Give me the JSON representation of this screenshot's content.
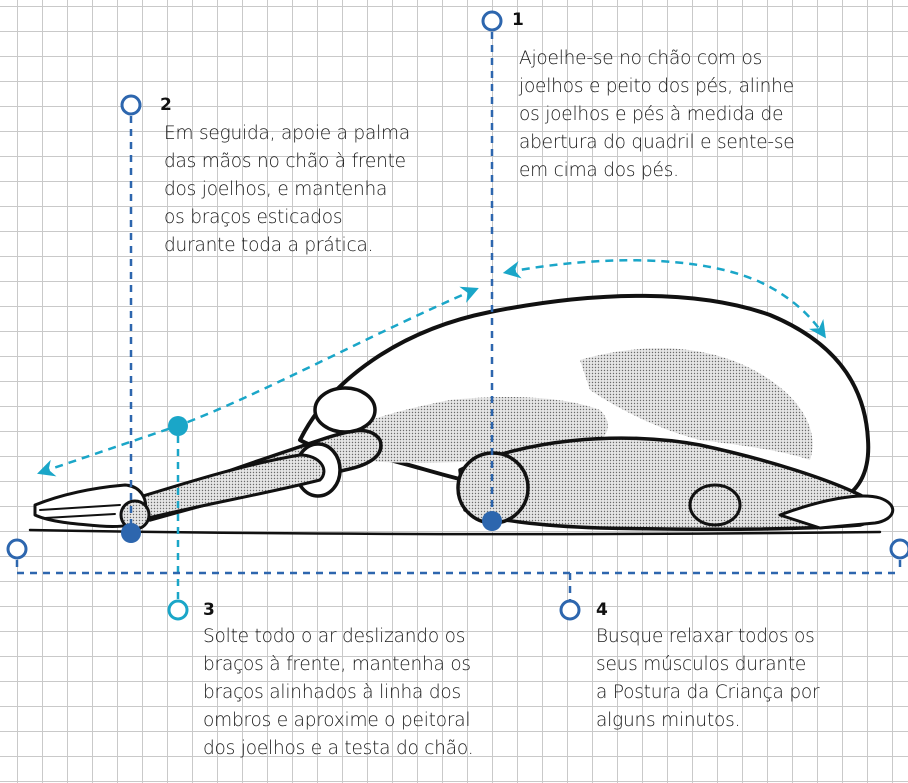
{
  "steps": [
    {
      "num": "1",
      "text": "Ajoelhe-se no chão com os\njoelhos e peito dos pés, alinhe\nos joelhos e pés à medida de\nabertura do quadril e sente-se\nem cima dos pés."
    },
    {
      "num": "2",
      "text": "Em seguida, apoie a palma\ndas mãos no chão à frente\ndos joelhos, e mantenha\nos braços esticados\ndurante toda a prática."
    },
    {
      "num": "3",
      "text": "Solte todo o ar deslizando os\nbraços à frente, mantenha os\nbraços alinhados à linha dos\nombros e aproxime o peitoral\ndos joelhos e a testa do chão."
    },
    {
      "num": "4",
      "text": "Busque relaxar todos os\nseus músculos durante\na Postura da Criança por\nalguns minutos."
    }
  ],
  "colors": {
    "dark_blue": "#2d66ae",
    "cyan": "#1aa6c8",
    "outline": "#111111",
    "shade": "#bdbdbd",
    "logo": "#f5d21a"
  },
  "icons": [
    "ring-marker-icon",
    "dot-marker-icon",
    "arrow-icon"
  ]
}
